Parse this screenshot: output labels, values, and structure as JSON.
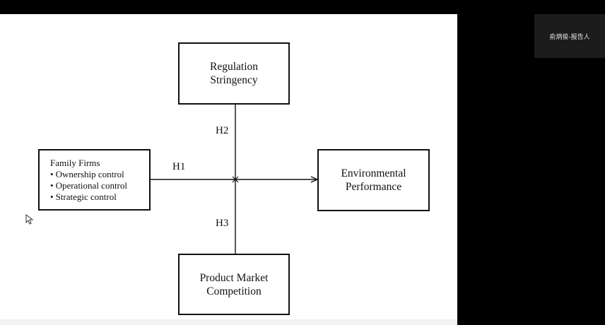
{
  "participant": {
    "label": "俞炳俊-报告人"
  },
  "diagram": {
    "family_firms": {
      "title": "Family Firms",
      "items": [
        "Ownership control",
        "Operational control",
        "Strategic control"
      ]
    },
    "regulation": {
      "lines": [
        "Regulation",
        "Stringency"
      ]
    },
    "environmental": {
      "lines": [
        "Environmental",
        "Performance"
      ]
    },
    "competition": {
      "lines": [
        "Product Market",
        "Competition"
      ]
    },
    "hypotheses": {
      "h1": "H1",
      "h2": "H2",
      "h3": "H3"
    }
  },
  "colors": {
    "background": "#000000",
    "slide": "#ffffff",
    "ink": "#111111"
  }
}
